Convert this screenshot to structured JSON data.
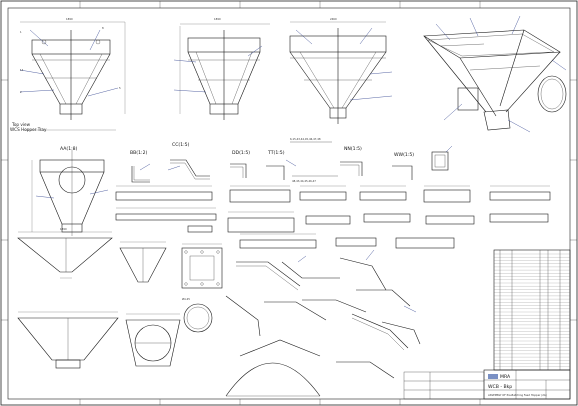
{
  "section_views": {
    "aa": "AA(1:8)",
    "bb": "BB(1:2)",
    "cc": "CC(1:5)",
    "dd": "DD(1:5)",
    "tt": "TT(1:5)",
    "nn": "NN(1:5)",
    "ww": "WW(1:5)"
  },
  "general_view_note": [
    "Top view",
    "WCS Hopper Tray"
  ],
  "title_block": {
    "company": "MRA",
    "title": "WCB - Bkp",
    "subtitle": "ASSEMBLY OF Pre-Batching Feed Hopper (2A)"
  },
  "part_list_rows": 36,
  "colors": {
    "line": "#1a1a1a",
    "accent": "#2a3c8c",
    "paper": "#ffffff"
  }
}
